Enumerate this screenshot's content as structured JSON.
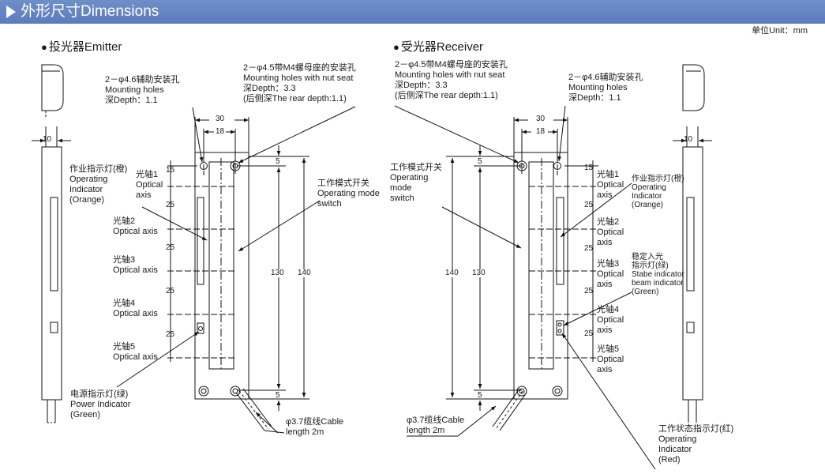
{
  "header": {
    "title": "外形尺寸Dimensions"
  },
  "unit": "单位Unit：mm",
  "emitter": {
    "title": "投光器Emitter",
    "holes1": [
      "2－φ4.6辅助安装孔",
      "Mounting holes",
      "深Depth：1.1"
    ],
    "holes2": [
      "2－φ4.5带M4螺母座的安装孔",
      "Mounting holes with nut seat",
      "深Depth：3.3",
      "(后侧深The rear depth:1.1)"
    ],
    "op_indicator": [
      "作业指示灯(橙)",
      "Operating",
      "Indicator",
      "(Orange)"
    ],
    "mode_switch": [
      "工作模式开关",
      "Operating mode",
      "switch"
    ],
    "power_indicator": [
      "电源指示灯(绿)",
      "Power Indicator",
      "(Green)"
    ],
    "cable": [
      "φ3.7缆线Cable",
      "length 2m"
    ],
    "axes": [
      {
        "cn": "光轴1",
        "en1": "Optical",
        "en2": "axis"
      },
      {
        "cn": "光轴2",
        "en1": "Optical axis",
        "en2": ""
      },
      {
        "cn": "光轴3",
        "en1": "Optical axis",
        "en2": ""
      },
      {
        "cn": "光轴4",
        "en1": "Optical axis",
        "en2": ""
      },
      {
        "cn": "光轴5",
        "en1": "Optical axis",
        "en2": ""
      }
    ],
    "dims": {
      "side_w": "10",
      "w30": "30",
      "w18": "18",
      "top15": "15",
      "pitch": [
        "25",
        "25",
        "25",
        "25"
      ],
      "top5": "5",
      "bot5": "5",
      "h130": "130",
      "h140": "140"
    }
  },
  "receiver": {
    "title": "受光器Receiver",
    "holes2": [
      "2－φ4.5带M4螺母座的安装孔",
      "Mounting holes with nut seat",
      "深Depth：3.3",
      "(后侧深The rear depth:1.1)"
    ],
    "holes1": [
      "2－φ4.6辅助安装孔",
      "Mounting holes",
      "深Depth：1.1"
    ],
    "mode_switch": [
      "工作模式开关",
      "Operating",
      "mode",
      "switch"
    ],
    "op_indicator": [
      "作业指示灯(橙)",
      "Operating",
      "Indicator",
      "(Orange)"
    ],
    "stable_indicator": [
      "稳定入光",
      "指示灯(绿)",
      "Stabe indicator",
      "beam indicator",
      "(Green)"
    ],
    "state_indicator": [
      "工作状态指示灯(红)",
      "Operating",
      "Indicator",
      "(Red)"
    ],
    "cable": [
      "φ3.7缆线Cable",
      "length 2m"
    ],
    "axes": [
      {
        "cn": "光轴1",
        "en1": "Optical",
        "en2": "axis"
      },
      {
        "cn": "光轴2",
        "en1": "Optical",
        "en2": "axis"
      },
      {
        "cn": "光轴3",
        "en1": "Optical",
        "en2": "axis"
      },
      {
        "cn": "光轴4",
        "en1": "Optical",
        "en2": "axis"
      },
      {
        "cn": "光轴5",
        "en1": "Optical",
        "en2": "axis"
      }
    ],
    "dims": {
      "side_w": "10",
      "w30": "30",
      "w18": "18",
      "top15": "15",
      "pitch": [
        "25",
        "25",
        "25",
        "25"
      ],
      "top5": "5",
      "bot5": "5",
      "h130": "130",
      "h140": "140"
    }
  }
}
